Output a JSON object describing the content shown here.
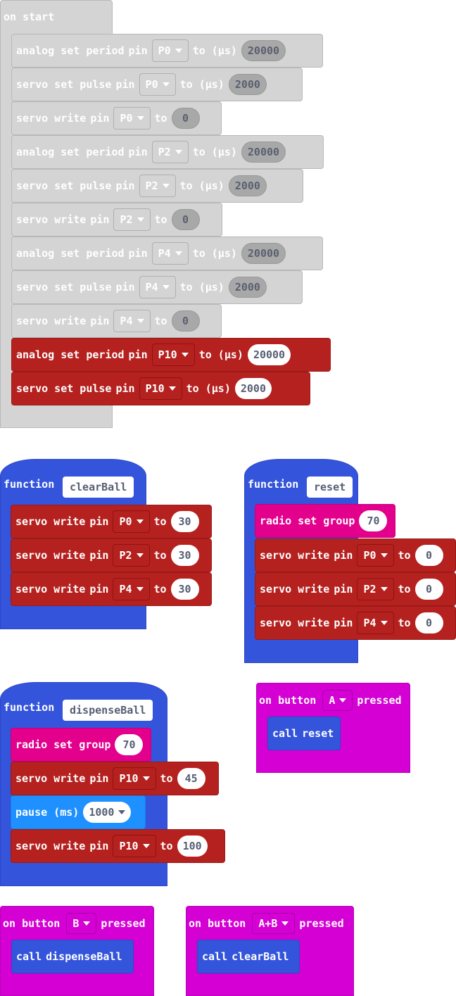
{
  "on_start": {
    "header": "on start",
    "blocks": [
      {
        "kind": "analog",
        "label": "analog set period",
        "pin_label": "pin",
        "pin": "P0",
        "to_label": "to (µs)",
        "value": "20000"
      },
      {
        "kind": "pulse",
        "label": "servo set pulse",
        "pin_label": "pin",
        "pin": "P0",
        "to_label": "to (µs)",
        "value": "2000"
      },
      {
        "kind": "write",
        "label": "servo write",
        "pin_label": "pin",
        "pin": "P0",
        "to_label": "to",
        "value": "0"
      },
      {
        "kind": "analog",
        "label": "analog set period",
        "pin_label": "pin",
        "pin": "P2",
        "to_label": "to (µs)",
        "value": "20000"
      },
      {
        "kind": "pulse",
        "label": "servo set pulse",
        "pin_label": "pin",
        "pin": "P2",
        "to_label": "to (µs)",
        "value": "2000"
      },
      {
        "kind": "write",
        "label": "servo write",
        "pin_label": "pin",
        "pin": "P2",
        "to_label": "to",
        "value": "0"
      },
      {
        "kind": "analog",
        "label": "analog set period",
        "pin_label": "pin",
        "pin": "P4",
        "to_label": "to (µs)",
        "value": "20000"
      },
      {
        "kind": "pulse",
        "label": "servo set pulse",
        "pin_label": "pin",
        "pin": "P4",
        "to_label": "to (µs)",
        "value": "2000"
      },
      {
        "kind": "write",
        "label": "servo write",
        "pin_label": "pin",
        "pin": "P4",
        "to_label": "to",
        "value": "0"
      },
      {
        "kind": "analog",
        "label": "analog set period",
        "pin_label": "pin",
        "pin": "P10",
        "to_label": "to (µs)",
        "value": "20000"
      },
      {
        "kind": "pulse",
        "label": "servo set pulse",
        "pin_label": "pin",
        "pin": "P10",
        "to_label": "to (µs)",
        "value": "2000"
      }
    ]
  },
  "fn_clearball": {
    "keyword": "function",
    "name": "clearBall",
    "blocks": [
      {
        "label": "servo write",
        "pin_label": "pin",
        "pin": "P0",
        "to_label": "to",
        "value": "30"
      },
      {
        "label": "servo write",
        "pin_label": "pin",
        "pin": "P2",
        "to_label": "to",
        "value": "30"
      },
      {
        "label": "servo write",
        "pin_label": "pin",
        "pin": "P4",
        "to_label": "to",
        "value": "30"
      }
    ]
  },
  "fn_reset": {
    "keyword": "function",
    "name": "reset",
    "radio": {
      "label": "radio set group",
      "value": "70"
    },
    "blocks": [
      {
        "label": "servo write",
        "pin_label": "pin",
        "pin": "P0",
        "to_label": "to",
        "value": "0"
      },
      {
        "label": "servo write",
        "pin_label": "pin",
        "pin": "P2",
        "to_label": "to",
        "value": "0"
      },
      {
        "label": "servo write",
        "pin_label": "pin",
        "pin": "P4",
        "to_label": "to",
        "value": "0"
      }
    ]
  },
  "fn_dispense": {
    "keyword": "function",
    "name": "dispenseBall",
    "radio": {
      "label": "radio set group",
      "value": "70"
    },
    "write1": {
      "label": "servo write",
      "pin_label": "pin",
      "pin": "P10",
      "to_label": "to",
      "value": "45"
    },
    "pause": {
      "label": "pause (ms)",
      "value": "1000"
    },
    "write2": {
      "label": "servo write",
      "pin_label": "pin",
      "pin": "P10",
      "to_label": "to",
      "value": "100"
    }
  },
  "ev_a": {
    "label": "on button",
    "button": "A",
    "suffix": "pressed",
    "call_label": "call",
    "target": "reset"
  },
  "ev_b": {
    "label": "on button",
    "button": "B",
    "suffix": "pressed",
    "call_label": "call",
    "target": "dispenseBall"
  },
  "ev_ab": {
    "label": "on button",
    "button": "A+B",
    "suffix": "pressed",
    "call_label": "call",
    "target": "clearBall"
  },
  "colors": {
    "disabled": "#d4d4d4",
    "servo": "#b5211f",
    "radio": "#e3008c",
    "pause": "#1e90ff",
    "function": "#3455db",
    "event": "#d400d4"
  }
}
